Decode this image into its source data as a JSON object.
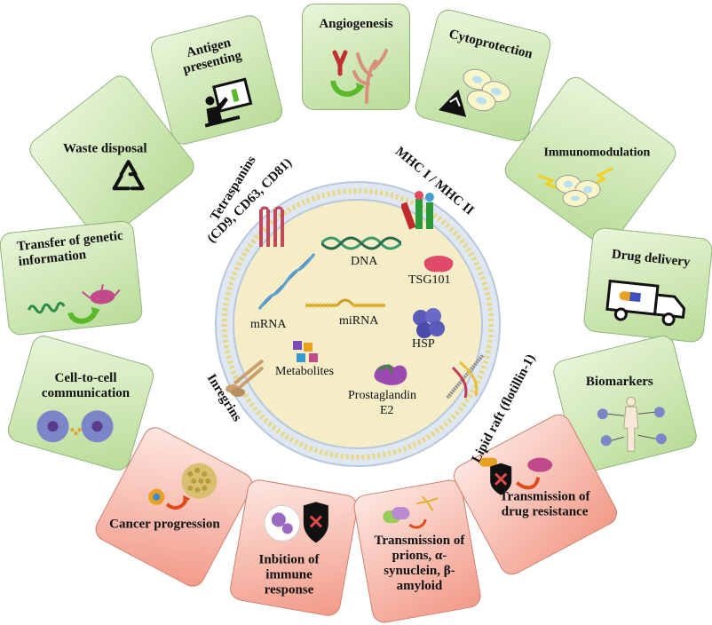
{
  "tiles": {
    "angiogenesis": "Angiogenesis",
    "antigen": "Antigen presenting",
    "cytoprotection": "Cytoprotection",
    "waste": "Waste disposal",
    "immunomodulation": "Immunomodulation",
    "transfer": "Transfer of genetic information",
    "drug_delivery": "Drug delivery",
    "cell_comm": "Cell-to-cell communication",
    "biomarkers": "Biomarkers",
    "cancer": "Cancer progression",
    "inhibition": "Inbition of immune response",
    "prions": "Transmission of prions, α-synuclein, β-amyloid",
    "drug_resistance": "Transmission of drug resistance"
  },
  "center": {
    "tetraspanins": "Tetraspanins",
    "tetraspanins_sub": "(CD9, CD63, CD81)",
    "mhc": "MHC I / MHC II",
    "dna": "DNA",
    "tsg": "TSG101",
    "mrna": "mRNA",
    "mirna": "miRNA",
    "hsp": "HSP",
    "metabolites": "Metabolites",
    "prostaglandin": "Prostaglandin",
    "prostaglandin_sub": "E2",
    "integrins": "Inregrins",
    "lipid_raft": "Lipid raft (flotillin-1)"
  },
  "colors": {
    "green_tile": "#b9dc98",
    "red_tile": "#f29a88",
    "membrane": "#c9d7e8",
    "vesicle_fill": "#f4edc8"
  }
}
